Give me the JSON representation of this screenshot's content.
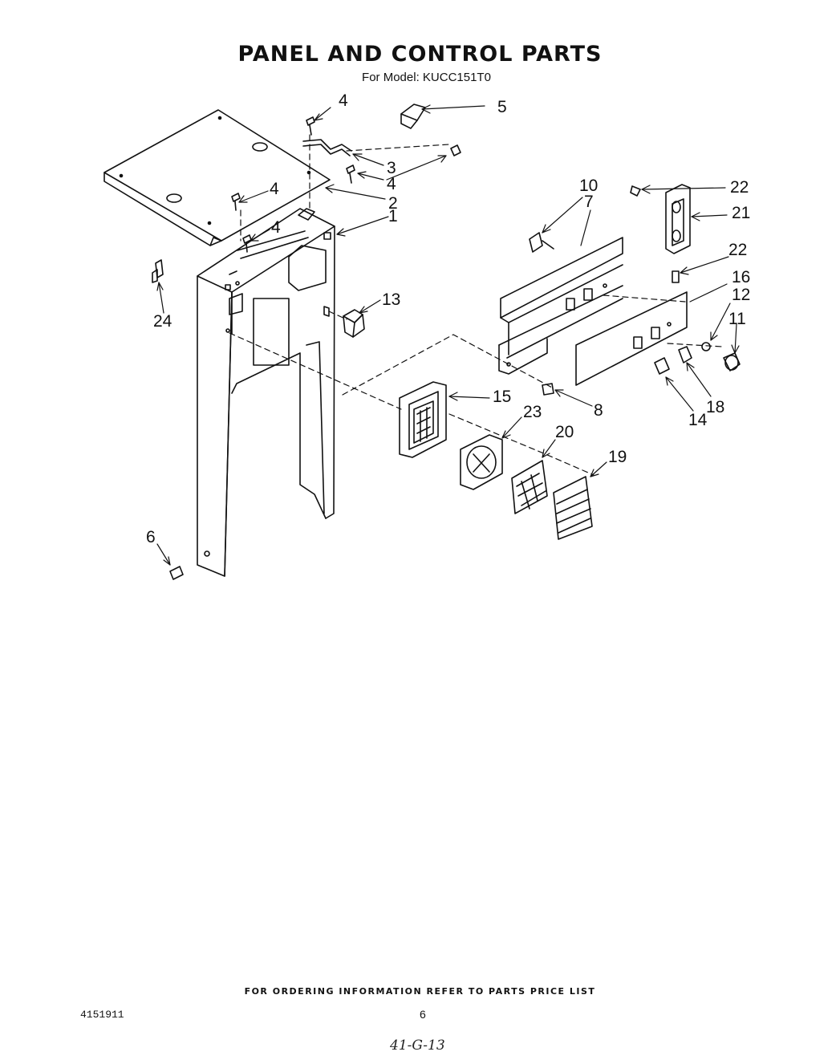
{
  "title": "PANEL AND CONTROL PARTS",
  "subtitle": "For Model: KUCC151T0",
  "callouts": {
    "c4a": "4",
    "c5": "5",
    "c3": "3",
    "c4b": "4",
    "c4c": "4",
    "c2": "2",
    "c4d": "4",
    "c1": "1",
    "c24": "24",
    "c13": "13",
    "c10": "10",
    "c7": "7",
    "c22a": "22",
    "c21": "21",
    "c22b": "22",
    "c16": "16",
    "c12": "12",
    "c11": "11",
    "c15": "15",
    "c8": "8",
    "c23": "23",
    "c20": "20",
    "c14": "14",
    "c18": "18",
    "c19": "19",
    "c6": "6"
  },
  "footer": "FOR ORDERING INFORMATION REFER TO PARTS PRICE LIST",
  "doc_number": "4151911",
  "page_number": "6",
  "handwritten_note": "41-G-13",
  "colors": {
    "ink": "#111111",
    "paper": "#ffffff"
  }
}
